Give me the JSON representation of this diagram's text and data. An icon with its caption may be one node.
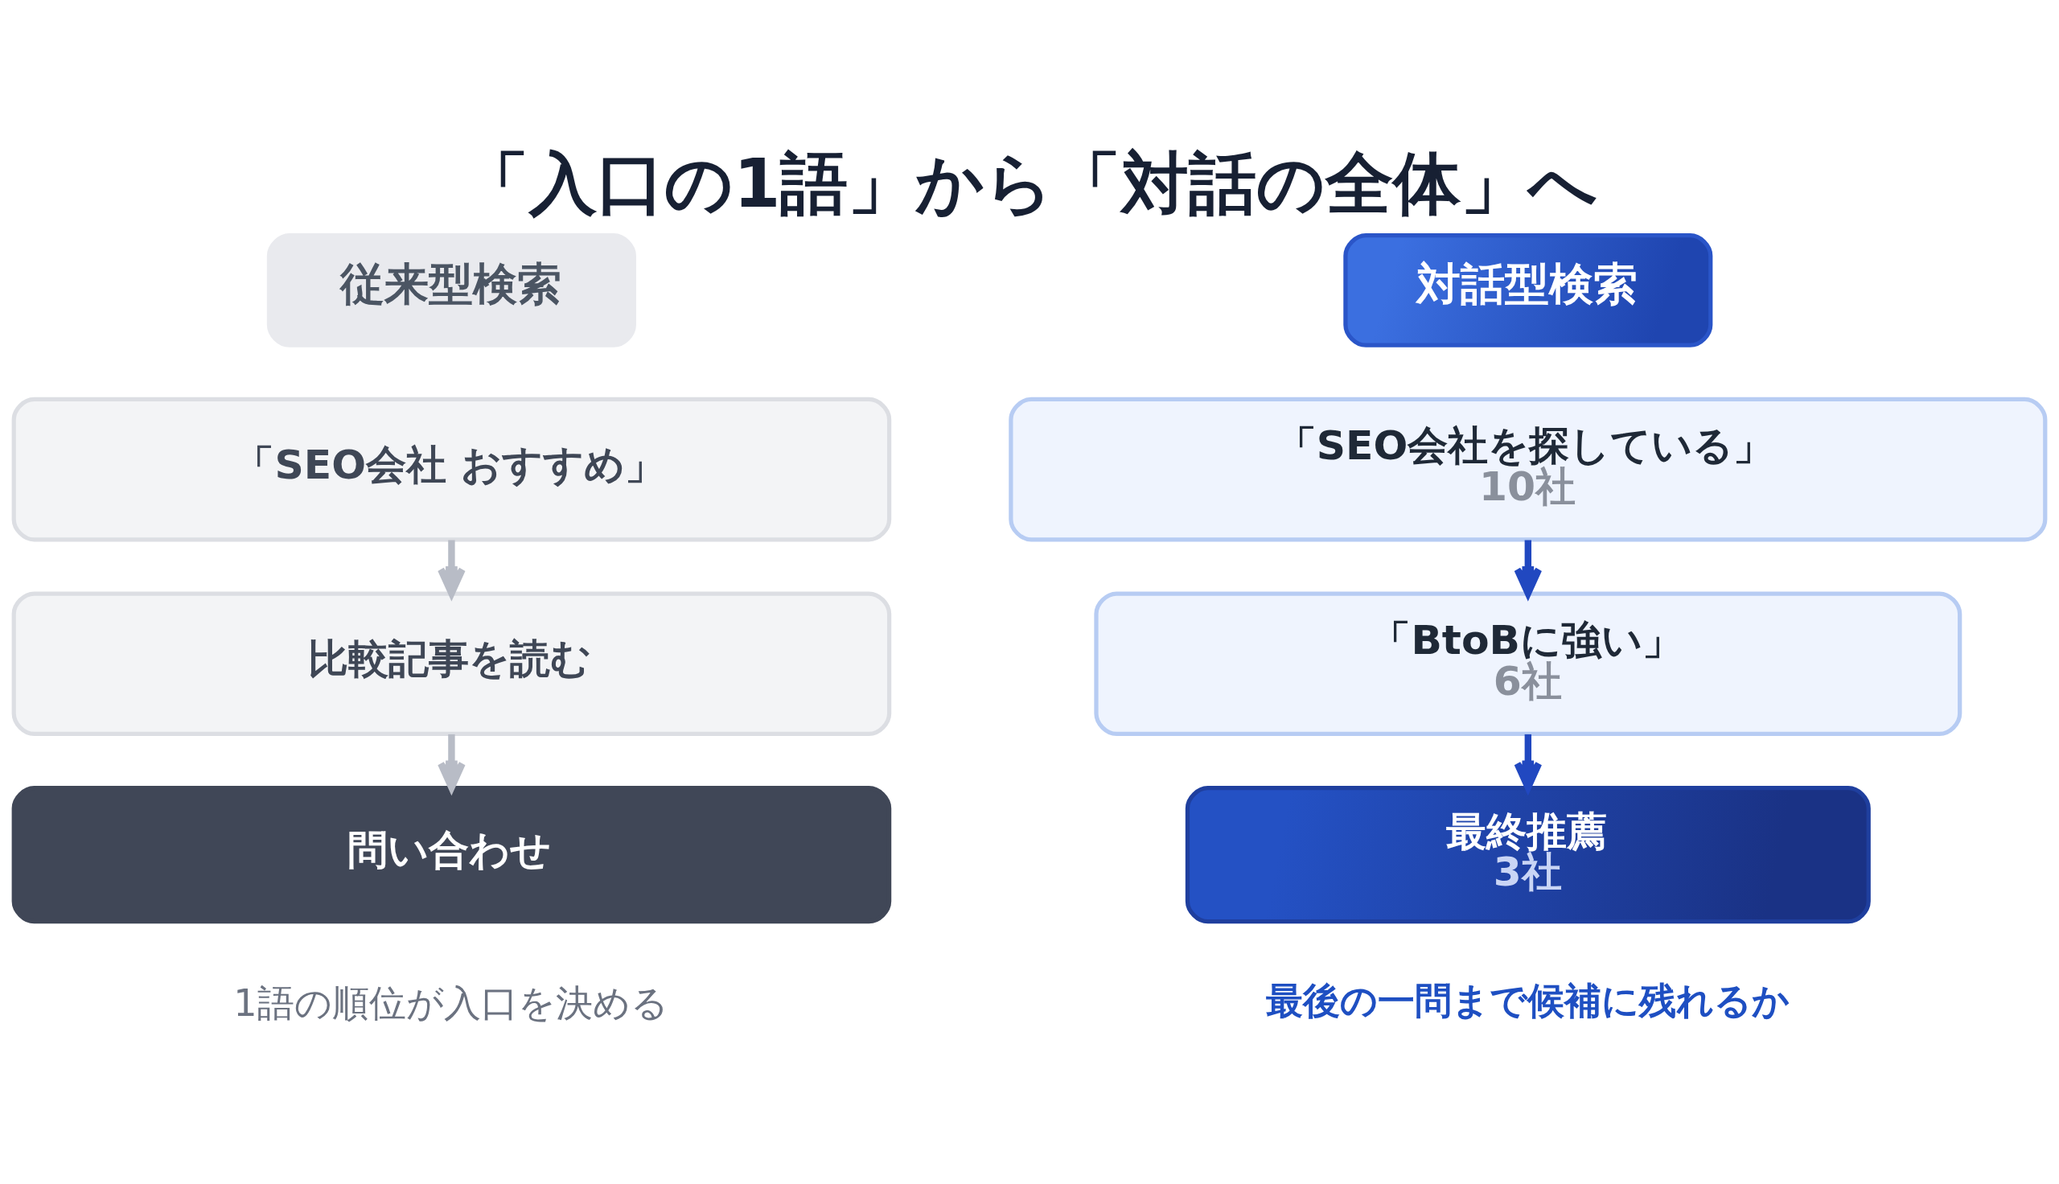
{
  "diagram": {
    "title": "「入口の1語」から「対話の全体」へ",
    "nodes": [
      {
        "text": [
          "従来型検索"
        ]
      },
      {
        "text": [
          "「SEO会社 おすすめ」"
        ]
      },
      {
        "text": [
          "比較記事を読む"
        ]
      },
      {
        "text": [
          "問い合わせ"
        ]
      },
      {
        "text": [
          "対話型検索"
        ]
      },
      {
        "text": [
          "「SEO会社を探している」",
          "10社"
        ]
      },
      {
        "text": [
          "「BtoBに強い」",
          "6社"
        ]
      },
      {
        "text": [
          "最終推薦",
          "3社"
        ]
      }
    ],
    "edges": [
      {
        "from": 1,
        "to": 2,
        "arrow": "to",
        "color": "#b8bcc6"
      },
      {
        "from": 2,
        "to": 3,
        "arrow": "to",
        "color": "#b8bcc6"
      },
      {
        "from": 5,
        "to": 6,
        "arrow": "to",
        "color": "#2148c0"
      },
      {
        "from": 6,
        "to": 7,
        "arrow": "to",
        "color": "#2148c0"
      }
    ],
    "labels": [
      "1語の順位が入口を決める",
      "最後の一問まで候補に残れるか"
    ]
  }
}
